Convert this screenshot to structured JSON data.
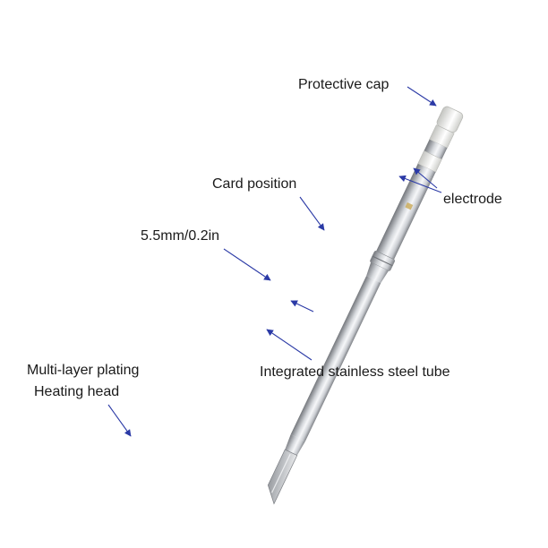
{
  "labels": {
    "protective_cap": "Protective cap",
    "card_position": "Card position",
    "electrode": "electrode",
    "diameter": "5.5mm/0.2in",
    "steel_tube": "Integrated stainless steel tube",
    "plating": "Multi-layer plating",
    "heating_head": "Heating head"
  },
  "colors": {
    "arrow": "#2b3aa6",
    "metal_dark": "#8a8d92",
    "metal_light": "#f2f3f5",
    "cap_white": "#f4f4f2"
  }
}
